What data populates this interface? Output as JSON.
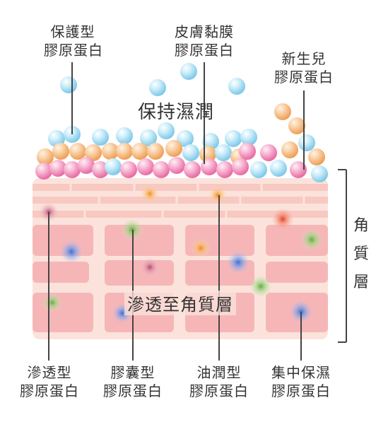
{
  "top_labels": [
    {
      "line1": "保護型",
      "line2": "膠原蛋白"
    },
    {
      "line1": "皮膚黏膜",
      "line2": "膠原蛋白"
    },
    {
      "line1": "新生兒",
      "line2": "膠原蛋白"
    }
  ],
  "overlay_text": {
    "moisture": "保持濕潤",
    "penetrate": "滲透至角質層"
  },
  "side_label": [
    "角",
    "質",
    "層"
  ],
  "bottom_labels": [
    {
      "line1": "滲透型",
      "line2": "膠原蛋白"
    },
    {
      "line1": "膠囊型",
      "line2": "膠原蛋白"
    },
    {
      "line1": "油潤型",
      "line2": "膠原蛋白"
    },
    {
      "line1": "集中保濕",
      "line2": "膠原蛋白"
    }
  ],
  "colors": {
    "blue_sphere": "#8fd3ef",
    "orange_sphere": "#f5b27a",
    "pink_sphere": "#f07fb0",
    "skin_base": "#fbe3dc",
    "cell_fill": "#f6b3b5",
    "stripe": "#f8c7bf",
    "line": "#444444"
  }
}
